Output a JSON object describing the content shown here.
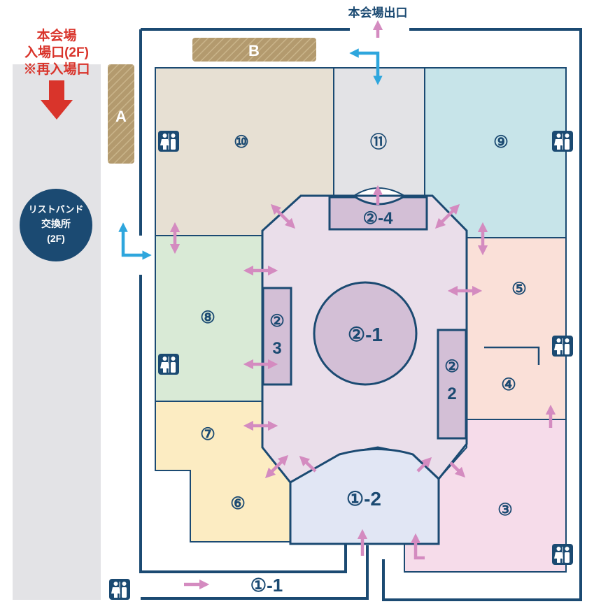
{
  "entrance": {
    "line1": "本会場",
    "line2": "入場口(2F)",
    "line3": "※再入場口"
  },
  "exit_label": "本会場出口",
  "wristband": {
    "line1": "リストバンド",
    "line2": "交換所",
    "line3": "(2F)"
  },
  "areas": {
    "a": "A",
    "b": "B",
    "r1_1": "①-1",
    "r1_2": "①-2",
    "r2_1": "②-1",
    "r2_2_top": "②",
    "r2_2_bottom": "2",
    "r2_3_top": "②",
    "r2_3_bottom": "3",
    "r2_4": "②-4",
    "r3": "③",
    "r4": "④",
    "r5": "⑤",
    "r6": "⑥",
    "r7": "⑦",
    "r8": "⑧",
    "r9": "⑨",
    "r10": "⑩",
    "r11": "⑪"
  },
  "icons": {
    "restroom": "restroom-icon",
    "entrance_arrow": "down-arrow-icon",
    "pink_arrows": "two-way-arrow-icon",
    "blue_arrows": "elbow-arrow-icon"
  },
  "colors": {
    "navy": "#1b4a72",
    "red": "#d9342b",
    "pink_arrow": "#d48bc0",
    "blue_arrow": "#2ea6dd",
    "hatch": "#b39a6e",
    "corridor": "#e3e3e6",
    "zone_10": "#e7e0d3",
    "zone_11": "#e3e3e6",
    "zone_9": "#c7e4e9",
    "zone_8": "#d9ead6",
    "zone_7_6": "#fcecc2",
    "zone_5_4": "#fae0d8",
    "zone_3": "#f6dcea",
    "zone_center": "#eadeea",
    "zone_1_2": "#e1e6f4",
    "stage": "#d3bfd6"
  }
}
